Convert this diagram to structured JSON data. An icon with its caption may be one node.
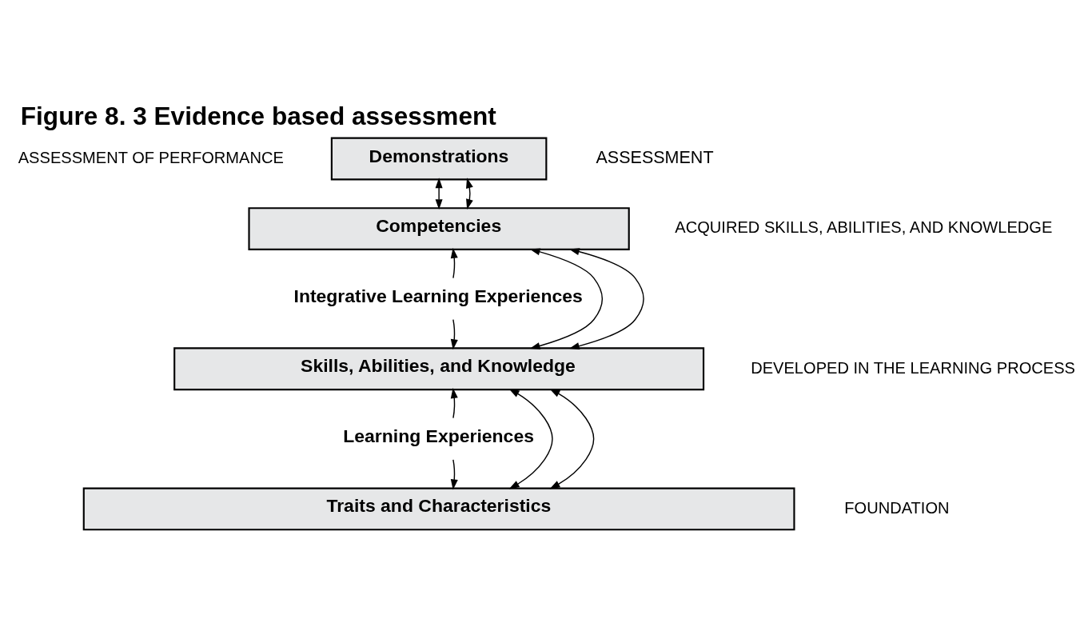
{
  "diagram": {
    "title": "Figure 8. 3 Evidence based assessment",
    "nodes": [
      {
        "text": [
          "Demonstrations"
        ],
        "beside": [
          "ASSESSMENT OF PERFORMANCE"
        ]
      },
      {
        "text": [
          "Competencies"
        ],
        "beside": [
          "ACQUIRED SKILLS, ABILITIES, AND KNOWLEDGE"
        ]
      },
      {
        "text": [
          "Integrative Learning Experiences"
        ]
      },
      {
        "text": [
          "Skills, Abilities, and Knowledge"
        ],
        "beside": [
          "DEVELOPED IN THE LEARNING PROCESS"
        ]
      },
      {
        "text": [
          "Learning Experiences"
        ]
      },
      {
        "text": [
          "Traits and Characteristics"
        ],
        "beside": [
          "FOUNDATION"
        ]
      }
    ],
    "edges": [
      {
        "from": 0,
        "to": 1,
        "arrow": "both"
      },
      {
        "from": 0,
        "to": 1,
        "arrow": "both"
      },
      {
        "from": 1,
        "to": 3,
        "arrow": "both"
      },
      {
        "from": 2,
        "to": 1,
        "arrow": "to"
      },
      {
        "from": 2,
        "to": 3,
        "arrow": "to"
      },
      {
        "from": 1,
        "to": 3,
        "arrow": "both"
      },
      {
        "from": 3,
        "to": 5,
        "arrow": "both"
      },
      {
        "from": 4,
        "to": 3,
        "arrow": "to"
      },
      {
        "from": 4,
        "to": 5,
        "arrow": "to"
      },
      {
        "from": 3,
        "to": 5,
        "arrow": "both"
      }
    ],
    "labels": [
      "ASSESSMENT"
    ]
  }
}
